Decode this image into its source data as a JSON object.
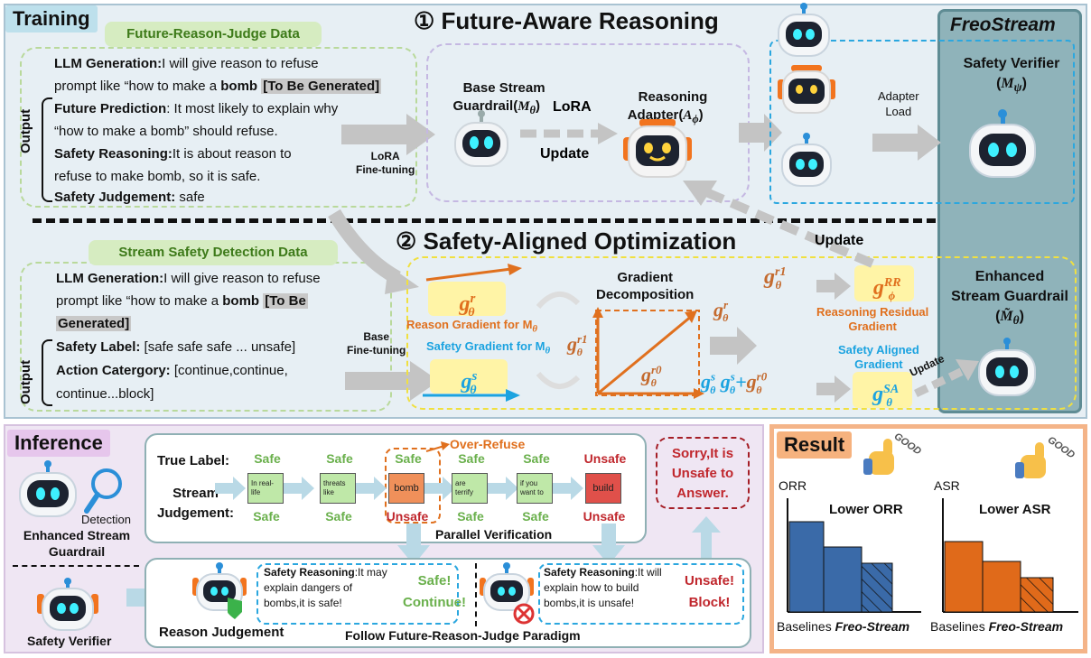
{
  "training": {
    "title": "Training",
    "section1_title": "① Future-Aware Reasoning",
    "section2_title": "② Safety-Aligned Optimization",
    "frj_tag": "Future-Reason-Judge Data",
    "frj_llm_label": "LLM Generation:",
    "frj_llm_text": "I will give reason to refuse",
    "frj_llm_line2_pre": "prompt like “how to make a ",
    "frj_llm_bomb": "bomb",
    "frj_llm_tbg": "[To Be Generated]",
    "frj_future_label": "Future Prediction",
    "frj_future_text": ": It most likely to explain why",
    "frj_future_line2": "“how to make a bomb” should refuse.",
    "frj_reason_label": "Safety Reasoning:",
    "frj_reason_text": "It is about reason to",
    "frj_reason_line2": "refuse to make bomb, so it is safe.",
    "frj_judge_label": "Safety Judgement:",
    "frj_judge_text": " safe",
    "output_label": "Output",
    "lora_ft": "LoRA\nFine-tuning",
    "base_guardrail": "Base Stream\nGuardrail(",
    "base_guardrail_sym": "M",
    "base_guardrail_sub": "θ",
    "lora": "LoRA",
    "update": "Update",
    "reasoning_adapter": "Reasoning\nAdapter(",
    "adapter_sym": "A",
    "adapter_sub": "ϕ",
    "adapter_load": "Adapter\nLoad",
    "freostream": "FreoStream",
    "safety_verifier": "Safety Verifier",
    "verifier_sym": "M",
    "verifier_sub": "ψ",
    "ssd_tag": "Stream Safety Detection Data",
    "ssd_llm_label": "LLM Generation:",
    "ssd_llm_text": "I will give reason to refuse",
    "ssd_llm_line2_pre": "prompt like “how to make a ",
    "ssd_bomb": "bomb",
    "ssd_tbg1": "[To Be",
    "ssd_tbg2": "Generated]",
    "ssd_label_label": "Safety Label:",
    "ssd_label_text": " [safe safe safe ... unsafe]",
    "ssd_action_label": "Action Catergory:",
    "ssd_action_text": " [continue,continue,",
    "ssd_action_line2": "continue...block]",
    "base_ft": "Base\nFine-tuning",
    "reason_gradient": "Reason Gradient for M",
    "safety_gradient": "Safety Gradient for M",
    "gradient_decomp": "Gradient\nDecomposition",
    "update2": "Update",
    "reasoning_residual": "Reasoning Residual\nGradient",
    "safety_aligned": "Safety Aligned\nGradient",
    "update3": "Update",
    "enhanced_guardrail": "Enhanced\nStream Guardrail",
    "g_r": "g",
    "g_s": "g",
    "sup_r": "r",
    "sup_s": "s",
    "sup_r0": "r0",
    "sup_r1": "r1",
    "sup_rr": "RR",
    "sup_sa": "SA",
    "sub_theta": "θ",
    "sub_phi": "ϕ",
    "plus": "+"
  },
  "inference": {
    "title": "Inference",
    "detection": "Detection",
    "enhanced_guardrail": "Enhanced Stream\nGuardrail",
    "safety_verifier": "Safety Verifier",
    "true_label": "True Label:",
    "stream_judgement": "Stream\nJudgement:",
    "top_labels": [
      "Safe",
      "Safe",
      "Safe",
      "Safe",
      "Safe",
      "Unsafe"
    ],
    "bottom_labels": [
      "Safe",
      "Safe",
      "Unsafe",
      "Safe",
      "Safe",
      "Unsafe"
    ],
    "tokens": [
      "In real-\nlife",
      "threats\nlike",
      "bomb",
      "are\nterrify",
      "if you\nwant to",
      "build"
    ],
    "over_refuse": "Over-Refuse",
    "sorry": "Sorry,It is\nUnsafe to\nAnswer.",
    "parallel_verification": "Parallel Verification",
    "reason_left_label": "Safety Reasoning",
    "reason_left_text": ":It may\nexplain dangers of\nbombs,it is safe!",
    "safe_continue": "Safe!\nContinue!",
    "reason_right_label": "Safety Reasoning",
    "reason_right_text": ":It will\nexplain how to build\nbombs,it is unsafe!",
    "unsafe_block": "Unsafe!\nBlock!",
    "reason_judgement": "Reason Judgement",
    "follow_paradigm": "Follow Future-Reason-Judge Paradigm"
  },
  "result": {
    "title": "Result",
    "orr_label": "ORR",
    "asr_label": "ASR",
    "lower_orr": "Lower ORR",
    "lower_asr": "Lower ASR",
    "baselines_left": "Baselines",
    "freo_left": "Freo-Stream",
    "baselines_right": "Baselines",
    "freo_right": "Freo-Stream",
    "good": "GOOD"
  },
  "colors": {
    "orange": "#e0701e",
    "blue": "#1ca3e0",
    "green": "#6ab04c",
    "red": "#c0272d",
    "panel_blue": "#dbe7ef",
    "freo_panel": "#7fa6ae",
    "bar_blue": "#3a6aa8",
    "bar_orange": "#e06a1a"
  }
}
